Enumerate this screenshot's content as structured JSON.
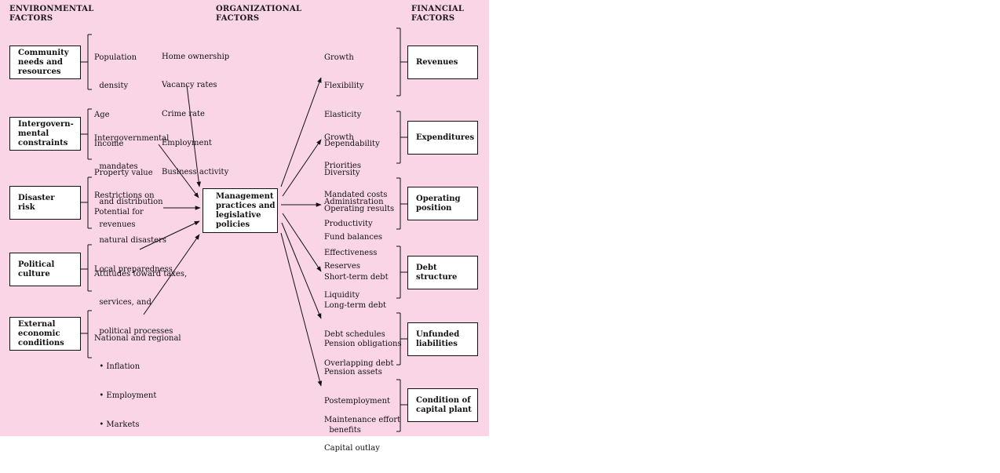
{
  "headers": {
    "environmental": "ENVIRONMENTAL\nFACTORS",
    "organizational": "ORGANIZATIONAL\nFACTORS",
    "financial": "FINANCIAL\nFACTORS"
  },
  "environmental": [
    {
      "label": "Community\nneeds and\nresources",
      "items": [
        "Population",
        "  density",
        "Age",
        "Income",
        "Property value",
        "  and distribution"
      ],
      "extra": [
        "Home ownership",
        "Vacancy rates",
        "Crime rate",
        "Employment",
        "Business activity"
      ]
    },
    {
      "label": "Intergovern-\nmental\nconstraints",
      "items": [
        "Intergovernmental",
        "  mandates",
        "Restrictions on",
        "  revenues"
      ]
    },
    {
      "label": "Disaster\nrisk",
      "items": [
        "Potential for",
        "  natural disasters",
        "Local preparedness"
      ]
    },
    {
      "label": "Political\nculture",
      "items": [
        "Attitudes toward taxes,",
        "  services, and",
        "  political processes"
      ]
    },
    {
      "label": "External\neconomic\nconditions",
      "items": [
        "National and regional",
        "  • Inflation",
        "  • Employment",
        "  • Markets"
      ]
    }
  ],
  "organizational": {
    "label": "Management\npractices and\nlegislative\npolicies"
  },
  "financial": [
    {
      "label": "Revenues",
      "items": [
        "Growth",
        "Flexibility",
        "Elasticity",
        "Dependability",
        "Diversity",
        "Administration"
      ]
    },
    {
      "label": "Expenditures",
      "items": [
        "Growth",
        "Priorities",
        "Mandated costs",
        "Productivity",
        "Effectiveness"
      ]
    },
    {
      "label": "Operating\nposition",
      "items": [
        "Operating results",
        "Fund balances",
        "Reserves",
        "Liquidity"
      ]
    },
    {
      "label": "Debt\nstructure",
      "items": [
        "Short-term debt",
        "Long-term debt",
        "Debt schedules",
        "Overlapping debt"
      ]
    },
    {
      "label": "Unfunded\nliabilities",
      "items": [
        "Pension obligations",
        "Pension assets",
        "Postemployment",
        "  benefits"
      ]
    },
    {
      "label": "Condition of\ncapital plant",
      "items": [
        "Maintenance effort",
        "Capital outlay"
      ]
    }
  ],
  "colors": {
    "background": "#f9d5e5",
    "box_fill": "#ffffff",
    "line": "#111111"
  }
}
